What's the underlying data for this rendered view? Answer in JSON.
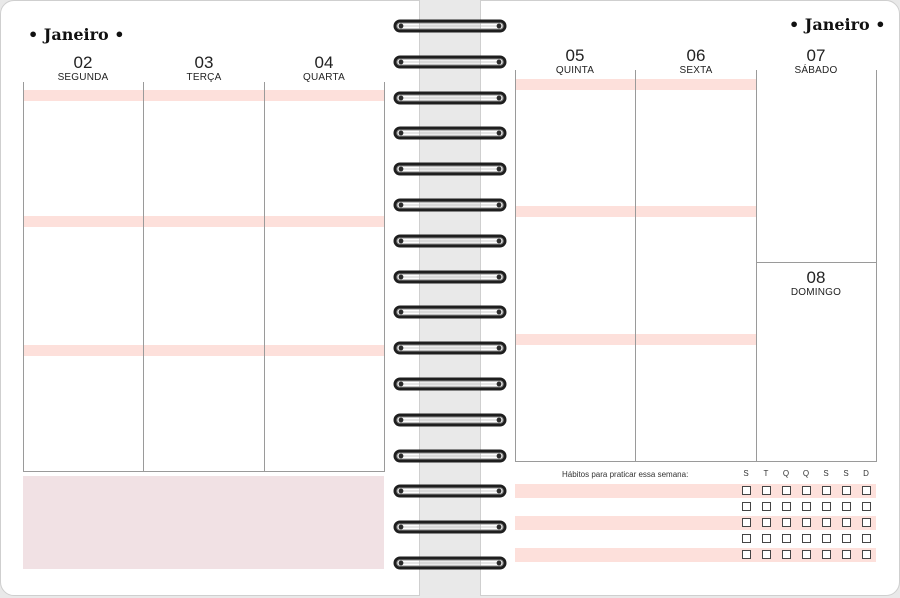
{
  "left_page": {
    "month": "• Janeiro •",
    "days": [
      {
        "number": "02",
        "name": "SEGUNDA"
      },
      {
        "number": "03",
        "name": "TERÇA"
      },
      {
        "number": "04",
        "name": "QUARTA"
      }
    ]
  },
  "right_page": {
    "month": "• Janeiro •",
    "days": [
      {
        "number": "05",
        "name": "QUINTA"
      },
      {
        "number": "06",
        "name": "SEXTA"
      },
      {
        "number": "07",
        "name": "SÁBADO"
      },
      {
        "number": "08",
        "name": "DOMINGO"
      }
    ],
    "habits": {
      "label": "Hábitos para praticar essa semana:",
      "weekday_initials": [
        "S",
        "T",
        "Q",
        "Q",
        "S",
        "S",
        "D"
      ]
    }
  },
  "colors": {
    "pink_band": "#fde0db",
    "notes_area": "#f1e1e4",
    "grid_line": "#9a9a9a"
  }
}
